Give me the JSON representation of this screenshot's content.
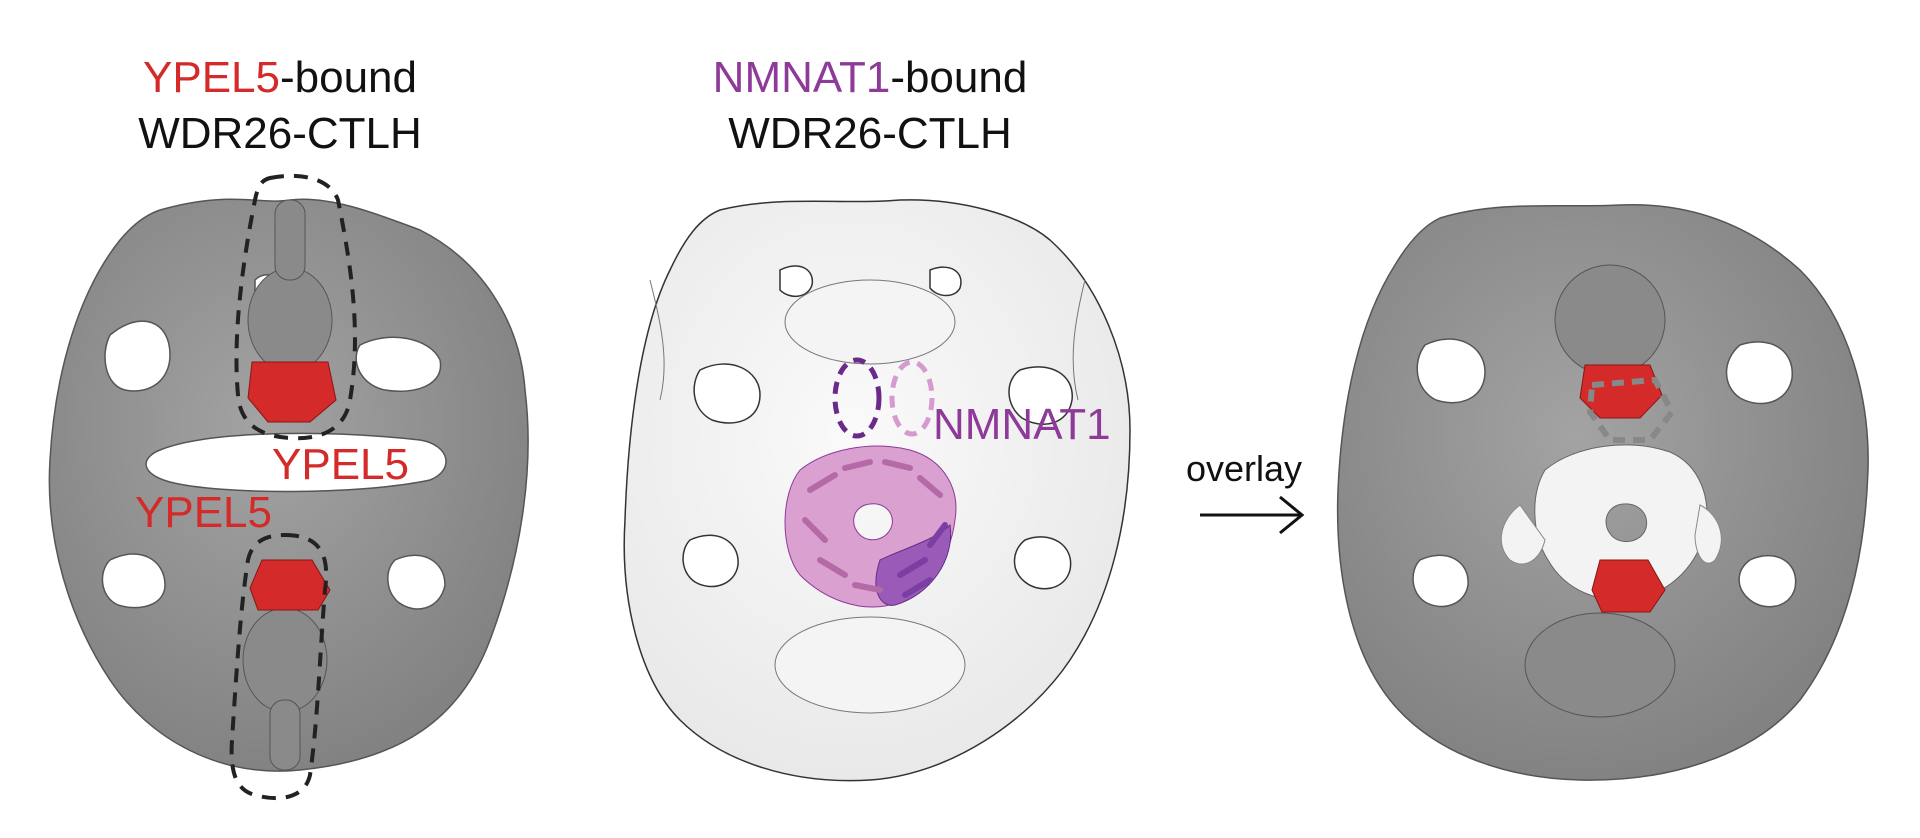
{
  "panels": {
    "left": {
      "title_highlight": "YPEL5",
      "title_rest": "-bound",
      "title_line2": "WDR26-CTLH",
      "label_top": "YPEL5",
      "label_bottom": "YPEL5"
    },
    "middle": {
      "title_highlight": "NMNAT1",
      "title_rest": "-bound",
      "title_line2": "WDR26-CTLH",
      "label": "NMNAT1"
    },
    "arrow": {
      "label": "overlay"
    }
  },
  "colors": {
    "ypel5": "#d42a2a",
    "nmnat1": "#8e3a99",
    "density_gray": "#8f8f8f",
    "density_light": "#f2f2f2"
  }
}
